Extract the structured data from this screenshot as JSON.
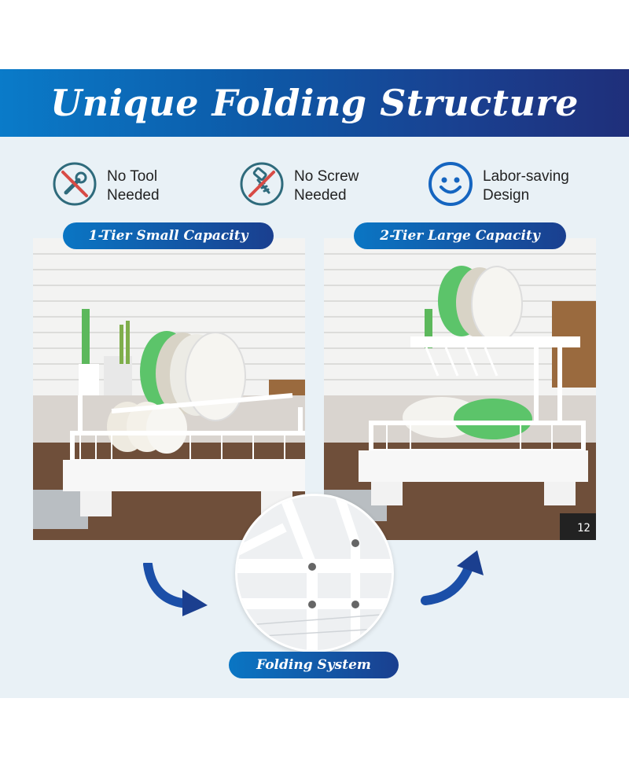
{
  "banner": {
    "title": "Unique Folding Structure"
  },
  "features": [
    {
      "icon": "no-tool-icon",
      "line1": "No Tool",
      "line2": "Needed"
    },
    {
      "icon": "no-screw-icon",
      "line1": "No Screw",
      "line2": "Needed"
    },
    {
      "icon": "smiley-icon",
      "line1": "Labor-saving",
      "line2": "Design"
    }
  ],
  "panels": {
    "left_label": "1-Tier Small Capacity",
    "right_label": "2-Tier Large Capacity"
  },
  "folding": {
    "label": "Folding System",
    "clock_text": "12"
  },
  "colors": {
    "banner_start": "#0a7bc9",
    "banner_end": "#1f2f7a",
    "icon_teal": "#2f6b7c",
    "icon_red": "#d84b45",
    "plate_green": "#5cc46a"
  }
}
